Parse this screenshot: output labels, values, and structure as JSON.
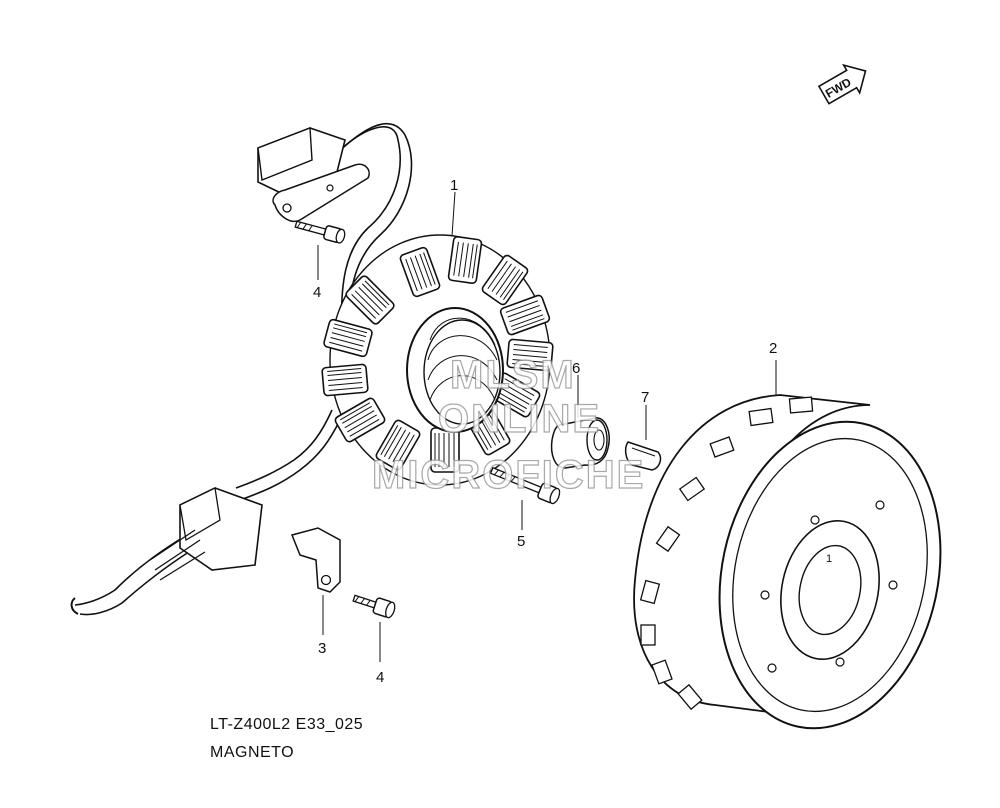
{
  "fwd_label": "FWD",
  "callouts": {
    "c1": "1",
    "c2": "2",
    "c3": "3",
    "c4a": "4",
    "c4b": "4",
    "c5": "5",
    "c6": "6",
    "c7": "7",
    "rotor_mark": "1"
  },
  "watermark": {
    "line1": "MLSM",
    "line2": "ONLINE",
    "line3": "MICROFICHE"
  },
  "caption": {
    "code": "LT-Z400L2 E33_025",
    "title": "MAGNETO"
  }
}
